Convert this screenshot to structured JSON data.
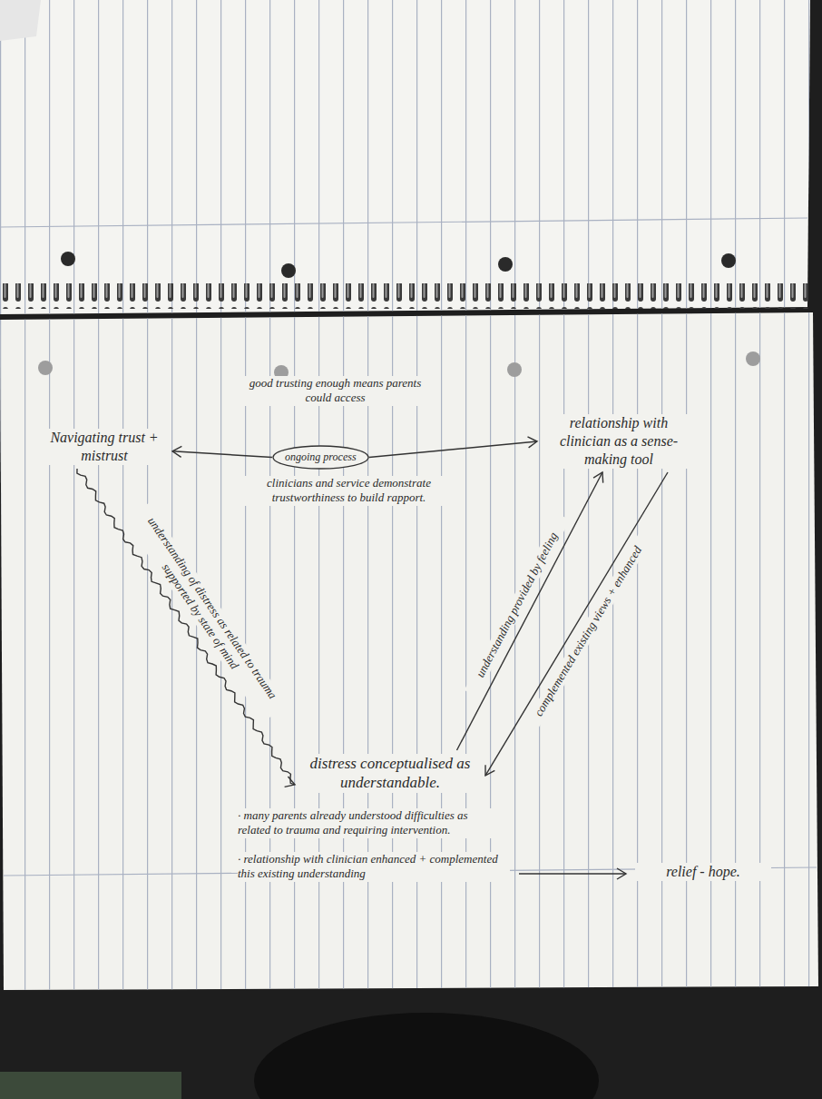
{
  "diagram": {
    "nodes": [
      {
        "text": [
          "Navigating trust + mistrust"
        ]
      },
      {
        "text": [
          "ongoing process"
        ]
      },
      {
        "text": [
          "relationship with clinician as a sense-making tool"
        ]
      },
      {
        "text": [
          "distress conceptualised as understandable."
        ]
      }
    ],
    "edges": [
      {
        "from": 1,
        "to": 0,
        "arrow": "to"
      },
      {
        "from": 1,
        "to": 2,
        "arrow": "to"
      },
      {
        "from": 0,
        "to": 3,
        "arrow": "to",
        "label": "understanding of distress as related to trauma supported by state of mind"
      },
      {
        "from": 3,
        "to": 2,
        "arrow": "to",
        "label": "understanding provided by feeling"
      },
      {
        "from": 2,
        "to": 3,
        "arrow": "to",
        "label": "complemented existing views + enhanced"
      }
    ],
    "labels": [
      "good trusting enough means parents could access",
      "clinicians and service demonstrate trustworthiness to build rapport.",
      "· many parents already understood difficulties as related to trauma and requiring intervention.",
      "· relationship with clinician enhanced + complemented this existing understanding",
      "relief - hope."
    ]
  }
}
